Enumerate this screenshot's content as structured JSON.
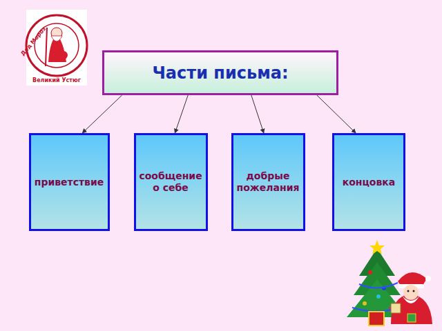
{
  "diagram": {
    "title": "Части письма:",
    "nodes": [
      {
        "text": [
          "Части письма:"
        ]
      },
      {
        "text": [
          "приветствие"
        ]
      },
      {
        "text": [
          "сообщение о себе"
        ]
      },
      {
        "text": [
          "добрые пожелания"
        ]
      },
      {
        "text": [
          "концовка"
        ]
      }
    ],
    "edges": [
      {
        "from": 0,
        "to": 1,
        "arrow": "to"
      },
      {
        "from": 0,
        "to": 2,
        "arrow": "to"
      },
      {
        "from": 0,
        "to": 3,
        "arrow": "to"
      },
      {
        "from": 0,
        "to": 4,
        "arrow": "to"
      }
    ],
    "labels": [
      "Дед Мороз",
      "Великий Устюг"
    ]
  }
}
